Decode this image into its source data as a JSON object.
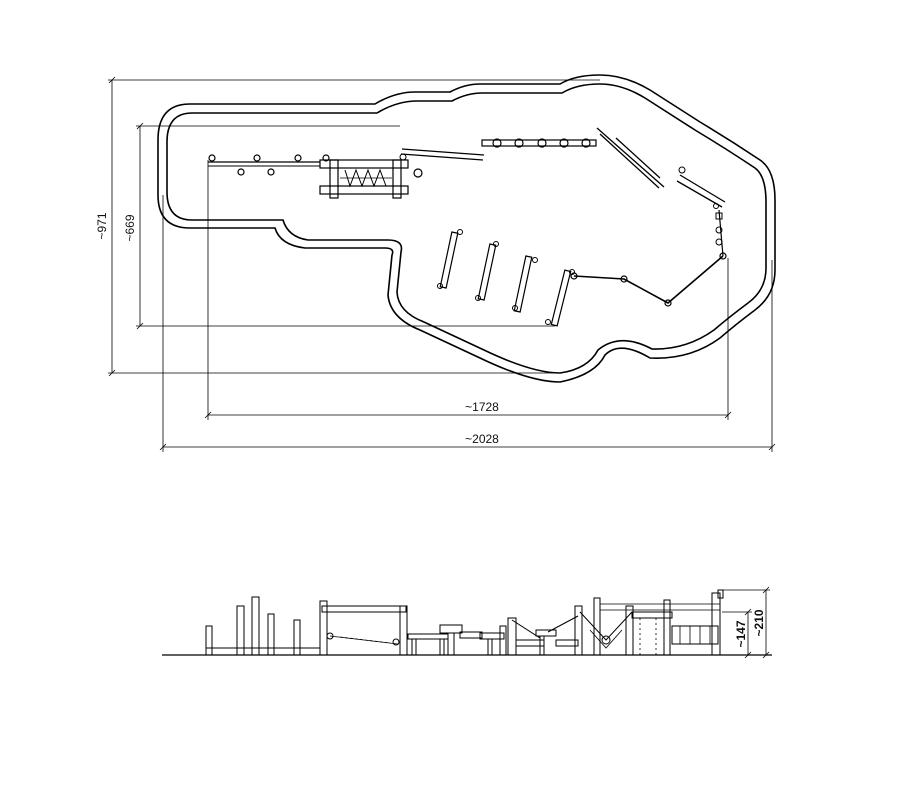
{
  "plan": {
    "dim_total_height": "~971",
    "dim_inner_height": "~669",
    "dim_inner_width": "~1728",
    "dim_total_width": "~2028"
  },
  "elevation": {
    "dim_height_low": "~147",
    "dim_height_high": "~210"
  },
  "colors": {
    "line": "#000000",
    "background": "#ffffff"
  }
}
